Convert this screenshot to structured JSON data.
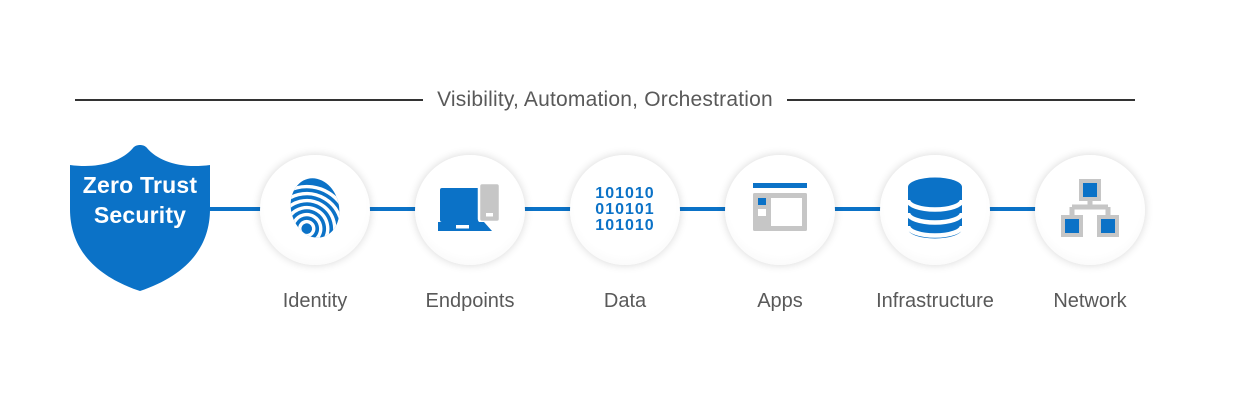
{
  "header": {
    "title": "Visibility, Automation, Orchestration"
  },
  "shield": {
    "title_line1": "Zero Trust",
    "title_line2": "Security"
  },
  "nodes": [
    {
      "label": "Identity",
      "icon": "fingerprint-icon"
    },
    {
      "label": "Endpoints",
      "icon": "devices-icon"
    },
    {
      "label": "Data",
      "icon": "binary-code-icon",
      "binary_lines": [
        "101010",
        "010101",
        "101010"
      ]
    },
    {
      "label": "Apps",
      "icon": "app-window-icon"
    },
    {
      "label": "Infrastructure",
      "icon": "database-icon"
    },
    {
      "label": "Network",
      "icon": "network-topology-icon"
    }
  ],
  "colors": {
    "accent_blue": "#0B72C7",
    "icon_gray": "#C6C6C6",
    "label_gray": "#595959",
    "divider_line": "#333333",
    "shield_text": "#FFFFFF"
  }
}
